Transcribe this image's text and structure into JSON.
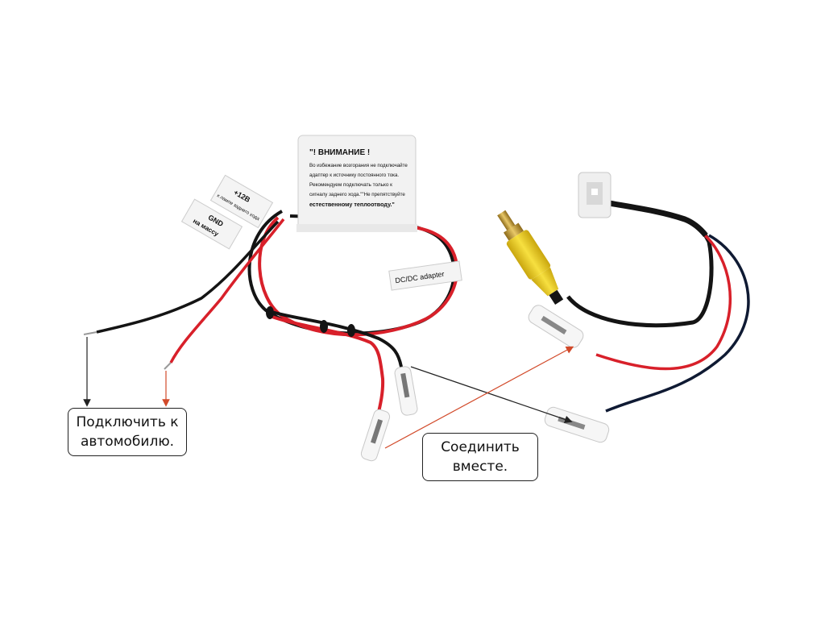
{
  "colors": {
    "red_wire": "#d8202a",
    "black_wire": "#141414",
    "navy_wire": "#0f1a33",
    "yellow_plug": "#f0d21e",
    "gold_tip": "#c9a13a",
    "label_fill": "#f4f4f4",
    "arrow_black": "#222222",
    "arrow_red": "#d24a2a"
  },
  "adapter_box": {
    "line1": "\"! ВНИМАНИЕ !",
    "line2": "Во избежание возгорания не подключайте",
    "line3": "адаптер к источнику постоянного тока.",
    "line4": "Рекомендуем подключать только к",
    "line5": "сигналу заднего хода.\"\"Не препятствуйте",
    "line6": "естественному теплоотводу.\""
  },
  "wire_tags": {
    "plus12_line1": "+12В",
    "plus12_line2": "к лампе заднего хода",
    "gnd_line1": "GND",
    "gnd_line2": "на массу",
    "dcdc": "DC/DC  adapter"
  },
  "callouts": {
    "connect_car_line1": "Подключить к",
    "connect_car_line2": "автомобилю.",
    "join_together_line1": "Соединить",
    "join_together_line2": "вместе."
  }
}
